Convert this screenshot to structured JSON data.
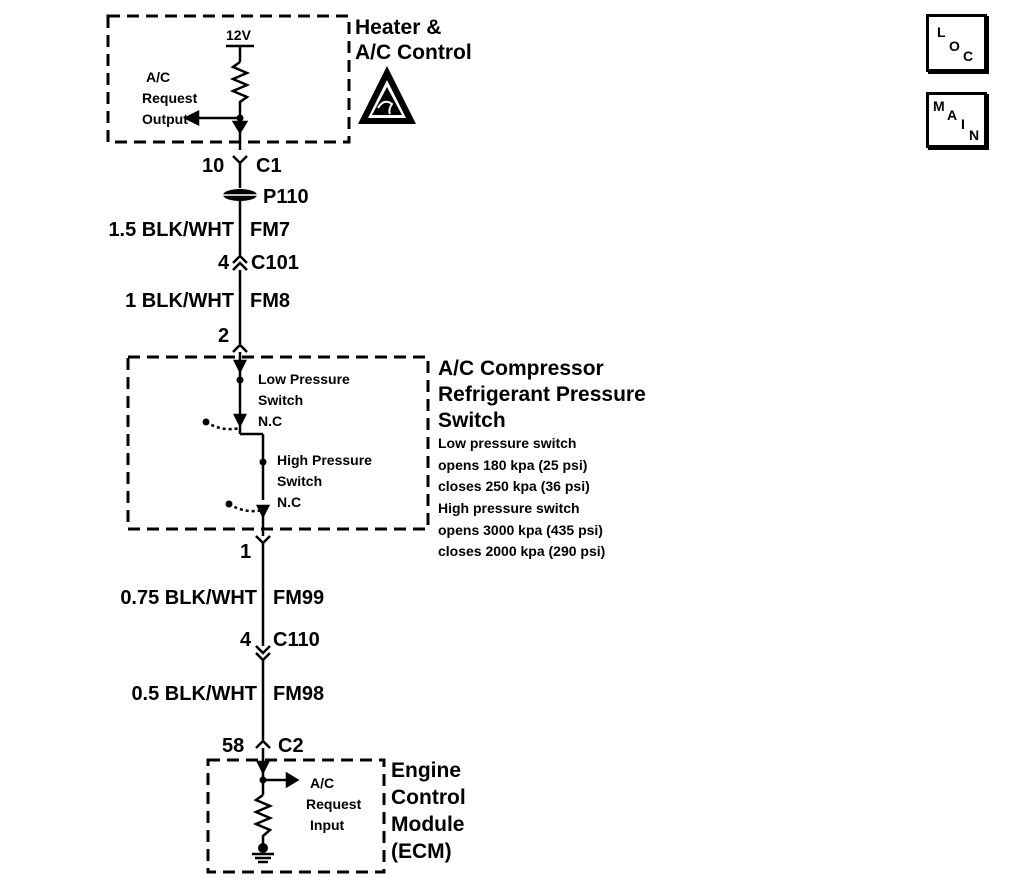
{
  "heater_module": {
    "title_line1": "Heater &",
    "title_line2": "A/C Control",
    "voltage": "12V",
    "output_line1": "A/C",
    "output_line2": "Request",
    "output_line3": "Output",
    "esd_icon": "esd-sensitive-icon"
  },
  "connectors": {
    "c1_pin": "10",
    "c1": "C1",
    "p110": "P110",
    "c101_pin": "4",
    "c101": "C101",
    "switch_top_pin": "2",
    "switch_bottom_pin": "1",
    "c110_pin": "4",
    "c110": "C110",
    "c2_pin": "58",
    "c2": "C2"
  },
  "wires": {
    "w1_label": "1.5 BLK/WHT",
    "w1_circuit": "FM7",
    "w2_label": "1 BLK/WHT",
    "w2_circuit": "FM8",
    "w3_label": "0.75 BLK/WHT",
    "w3_circuit": "FM99",
    "w4_label": "0.5 BLK/WHT",
    "w4_circuit": "FM98"
  },
  "pressure_switch": {
    "title_line1": "A/C Compressor",
    "title_line2": "Refrigerant Pressure",
    "title_line3": "Switch",
    "low_line1": "Low Pressure",
    "low_line2": "Switch",
    "low_line3": "N.C",
    "high_line1": "High Pressure",
    "high_line2": "Switch",
    "high_line3": "N.C",
    "notes": [
      "Low pressure switch",
      "opens 180 kpa (25 psi)",
      "closes 250 kpa (36 psi)",
      "High pressure switch",
      "opens 3000 kpa (435 psi)",
      "closes 2000 kpa (290 psi)"
    ]
  },
  "ecm": {
    "title_line1": "Engine",
    "title_line2": "Control",
    "title_line3": "Module",
    "title_line4": "(ECM)",
    "input_line1": "A/C",
    "input_line2": "Request",
    "input_line3": "Input"
  },
  "nav_buttons": {
    "loc": [
      "L",
      "O",
      "C"
    ],
    "main": [
      "M",
      "A",
      "I",
      "N"
    ]
  }
}
